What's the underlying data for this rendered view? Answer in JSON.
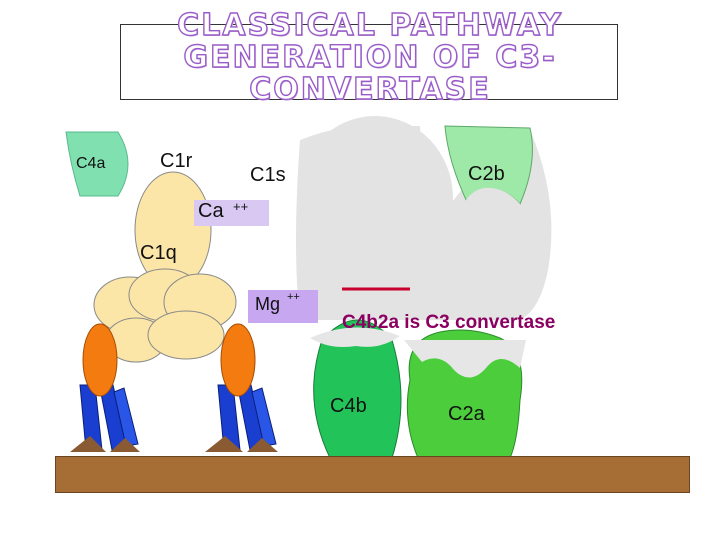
{
  "title": "CLASSICAL PATHWAY GENERATION OF C3-CONVERTASE",
  "labels": {
    "c4a": "C4a",
    "c1r": "C1r",
    "c1s": "C1s",
    "c2b": "C2b",
    "ca": "Ca",
    "ca_sup": "++",
    "c1q": "C1q",
    "mg": "Mg",
    "mg_sup": "++",
    "convertase": "C4b2a is C3 convertase",
    "c4b": "C4b",
    "c2a": "C2a"
  },
  "colors": {
    "title_outline": "#9a5cc8",
    "c4a": "#80e0b0",
    "c1q": "#fbe6a8",
    "ca_box": "#d8c8f2",
    "mg_box": "#c7a8f0",
    "c1s_c2b": "#e3e3e3",
    "c4b": "#22c45a",
    "c2a": "#4cce3c",
    "convertase_text": "#8b0060",
    "ground": "#a66d35",
    "antibody_orange": "#f47b10",
    "antibody_blue": "#1a3ecf"
  }
}
